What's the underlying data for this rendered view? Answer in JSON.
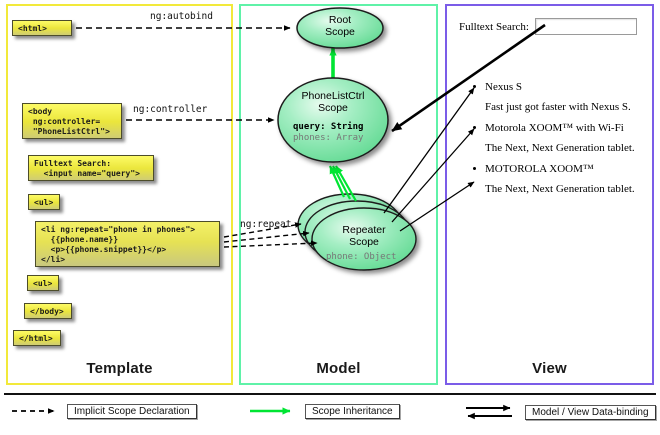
{
  "panels": {
    "template": {
      "label": "Template",
      "border_color": "#f2e93a",
      "code_boxes": [
        {
          "name": "html-open",
          "text": "<html>"
        },
        {
          "name": "body-open",
          "text": "<body\n ng:controller=\n \"PhoneListCtrl\">"
        },
        {
          "name": "fulltext-search",
          "text": "Fulltext Search:\n  <input name=\"query\">"
        },
        {
          "name": "ul-open",
          "text": "<ul>"
        },
        {
          "name": "li-repeat",
          "text": "<li ng:repeat=\"phone in phones\">\n  {{phone.name}}\n  <p>{{phone.snippet}}</p>\n</li>"
        },
        {
          "name": "ul-close",
          "text": "<ul>"
        },
        {
          "name": "body-close",
          "text": "</body>"
        },
        {
          "name": "html-close",
          "text": "</html>"
        }
      ]
    },
    "model": {
      "label": "Model",
      "border_color": "#5ff2a8",
      "scopes": [
        {
          "name": "root-scope",
          "title": "Root\nScope",
          "props": []
        },
        {
          "name": "phonelistctrl-scope",
          "title": "PhoneListCtrl\nScope",
          "props": [
            {
              "text": "query: String",
              "emphasis": "strong"
            },
            {
              "text": "phones: Array",
              "emphasis": "dim"
            }
          ]
        },
        {
          "name": "repeater-scope",
          "title": "Repeater\nScope",
          "props": [
            {
              "text": "phone: Object",
              "emphasis": "dim"
            }
          ]
        }
      ]
    },
    "view": {
      "label": "View",
      "border_color": "#7b5ce8",
      "search_label": "Fulltext Search:",
      "search_value": "",
      "search_placeholder": "",
      "items": [
        {
          "name": "Nexus S",
          "snippet": "Fast just got faster with Nexus S."
        },
        {
          "name": "Motorola XOOM™  with Wi-Fi",
          "snippet": "The Next, Next Generation tablet."
        },
        {
          "name": "MOTOROLA XOOM™",
          "snippet": "The Next, Next Generation tablet."
        }
      ]
    }
  },
  "edge_labels": [
    {
      "name": "ng-autobind",
      "text": "ng:autobind"
    },
    {
      "name": "ng-controller",
      "text": "ng:controller"
    },
    {
      "name": "ng-repeat",
      "text": "ng:repeat"
    }
  ],
  "legend": {
    "items": [
      {
        "name": "implicit-scope-declaration",
        "label": "Implicit Scope Declaration",
        "glyph": "dashed-arrow-icon",
        "color": "#000000"
      },
      {
        "name": "scope-inheritance",
        "label": "Scope Inheritance",
        "glyph": "green-arrow-icon",
        "color": "#00e533"
      },
      {
        "name": "model-view-data-binding",
        "label": "Model / View Data-binding",
        "glyph": "double-arrow-icon",
        "color": "#000000"
      }
    ]
  },
  "colors": {
    "template_border": "#f2e93a",
    "model_border": "#5ff2a8",
    "view_border": "#7b5ce8",
    "code_fill": "#ece63f",
    "scope_fill": "#6fe39a",
    "inheritance_arrow": "#00e533"
  }
}
